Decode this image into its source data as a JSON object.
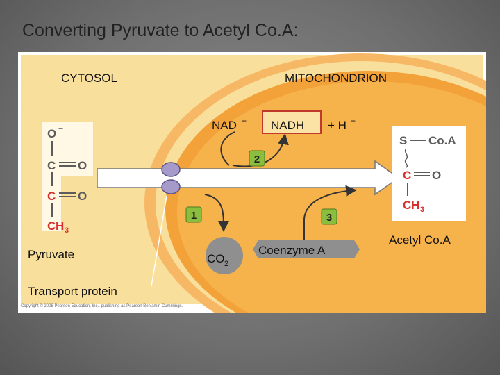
{
  "slide": {
    "title": "Converting Pyruvate to Acetyl Co.A:"
  },
  "regions": {
    "cytosol": "CYTOSOL",
    "mitochondrion": "MITOCHONDRION"
  },
  "pyruvate": {
    "top_atom": "O",
    "top_charge": "−",
    "carboxyl_c": "C",
    "carboxyl_o": "O",
    "keto_c": "C",
    "keto_o": "O",
    "methyl_c": "C",
    "methyl_h": "H",
    "methyl_sub": "3",
    "label": "Pyruvate"
  },
  "transport": {
    "label": "Transport protein"
  },
  "reactions": {
    "nad": "NAD",
    "nad_sup": "+",
    "nadh": "NADH",
    "plus_h": "+ H",
    "plus_h_sup": "+",
    "step1": "1",
    "step2": "2",
    "step3": "3",
    "co2": "CO",
    "co2_sub": "2",
    "coenzyme_a": "Coenzyme A"
  },
  "acetyl_coa": {
    "s_atom": "S",
    "coa": "Co.A",
    "c_atom": "C",
    "o_atom": "O",
    "methyl_c": "C",
    "methyl_h": "H",
    "methyl_sub": "3",
    "label": "Acetyl Co.A"
  },
  "footer": {
    "copyright": "Copyright © 2008 Pearson Education, Inc., publishing as Pearson Benjamin Cummings."
  },
  "colors": {
    "cytosol_bg": "#f9df9c",
    "membrane_outer": "#f7b04a",
    "matrix_bg": "#f6b041",
    "arrow": "#333333",
    "carbon_red": "#d6302f",
    "step_badge": "#8bbd3e",
    "co2_circle": "#8f8f8f"
  }
}
